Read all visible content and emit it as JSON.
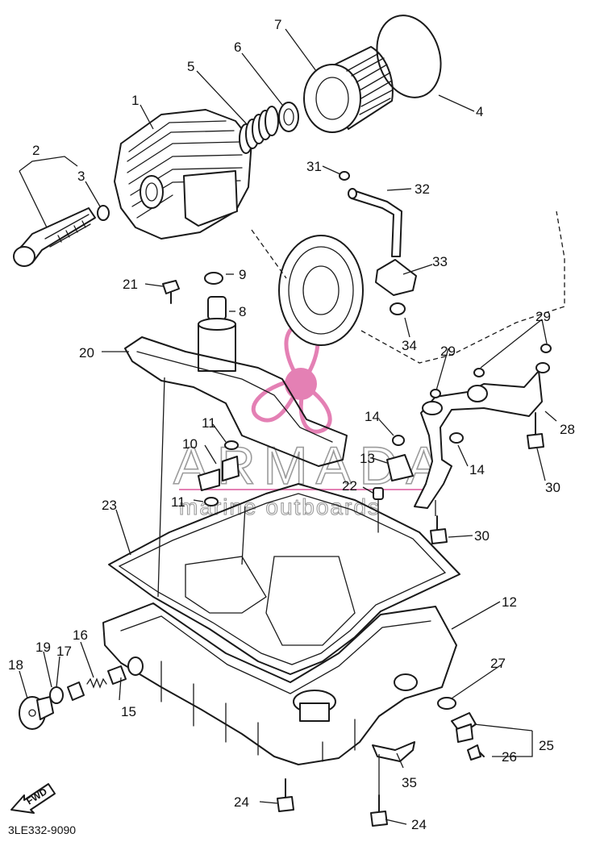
{
  "diagram": {
    "code": "3LE332-9090",
    "fwd_label": "FWD",
    "watermark": {
      "brand": "ARMADA",
      "tagline": "marine outboards",
      "accent_color": "#e06aa8"
    },
    "callouts": [
      "1",
      "2",
      "3",
      "4",
      "5",
      "6",
      "7",
      "8",
      "9",
      "10",
      "11",
      "12",
      "13",
      "14",
      "15",
      "16",
      "17",
      "18",
      "19",
      "20",
      "21",
      "22",
      "23",
      "24",
      "25",
      "26",
      "27",
      "28",
      "29",
      "30",
      "31",
      "32",
      "33",
      "34",
      "35"
    ]
  }
}
